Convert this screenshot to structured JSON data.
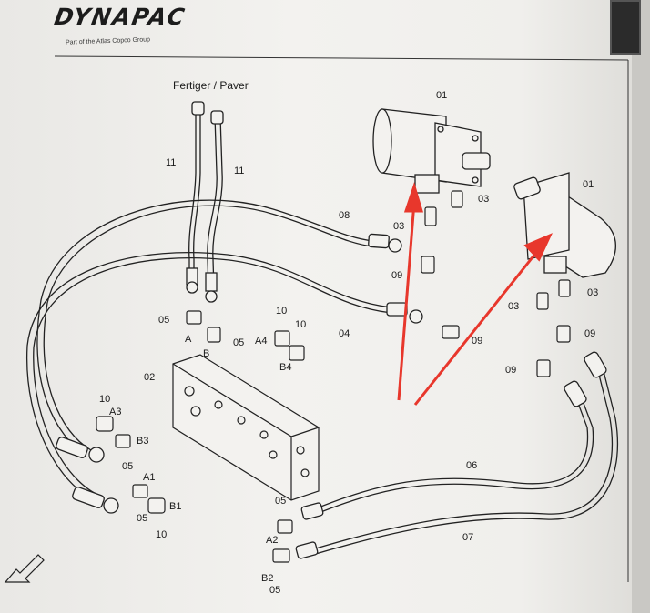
{
  "brand": {
    "name": "DYNAPAC",
    "subtitle": "Part of the Atlas Copco Group"
  },
  "diagram": {
    "header": "Fertiger / Paver",
    "motor_left_label": "01",
    "motor_right_label": "01",
    "valve_block_label": "02",
    "labels": {
      "hose_11_a": "11",
      "hose_11_b": "11",
      "hose_08": "08",
      "hose_04": "04",
      "hose_06": "06",
      "hose_07": "07",
      "fit_03_a": "03",
      "fit_03_b": "03",
      "fit_03_c": "03",
      "fit_03_d": "03",
      "fit_09_a": "09",
      "fit_09_b": "09",
      "fit_09_c": "09",
      "fit_09_d": "09",
      "fit_05_a": "05",
      "fit_05_b": "05",
      "fit_05_c": "05",
      "fit_05_d": "05",
      "fit_05_e": "05",
      "fit_05_f": "05",
      "fit_10_a": "10",
      "fit_10_b": "10",
      "fit_10_c": "10",
      "fit_10_d": "10",
      "port_A": "A",
      "port_B": "B",
      "port_A1": "A1",
      "port_B1": "B1",
      "port_A2": "A2",
      "port_B2": "B2",
      "port_A3": "A3",
      "port_B3": "B3",
      "port_A4": "A4",
      "port_B4": "B4"
    },
    "annotation_color": "#e8372c"
  }
}
